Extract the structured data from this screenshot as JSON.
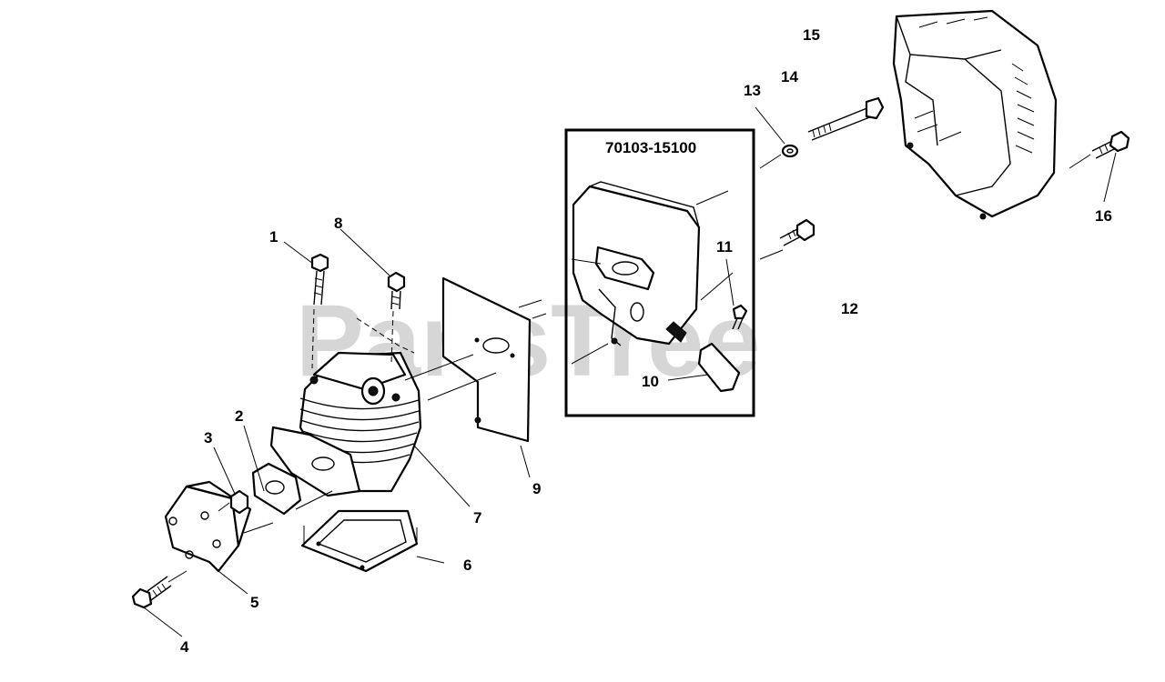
{
  "watermark": "PartsTree",
  "kit_box": {
    "part_number": "70103-15100"
  },
  "callouts": {
    "c1": "1",
    "c2": "2",
    "c3": "3",
    "c4": "4",
    "c5": "5",
    "c6": "6",
    "c7": "7",
    "c8": "8",
    "c9": "9",
    "c10": "10",
    "c11": "11",
    "c12": "12",
    "c13": "13",
    "c14": "14",
    "c15": "15",
    "c16": "16"
  }
}
